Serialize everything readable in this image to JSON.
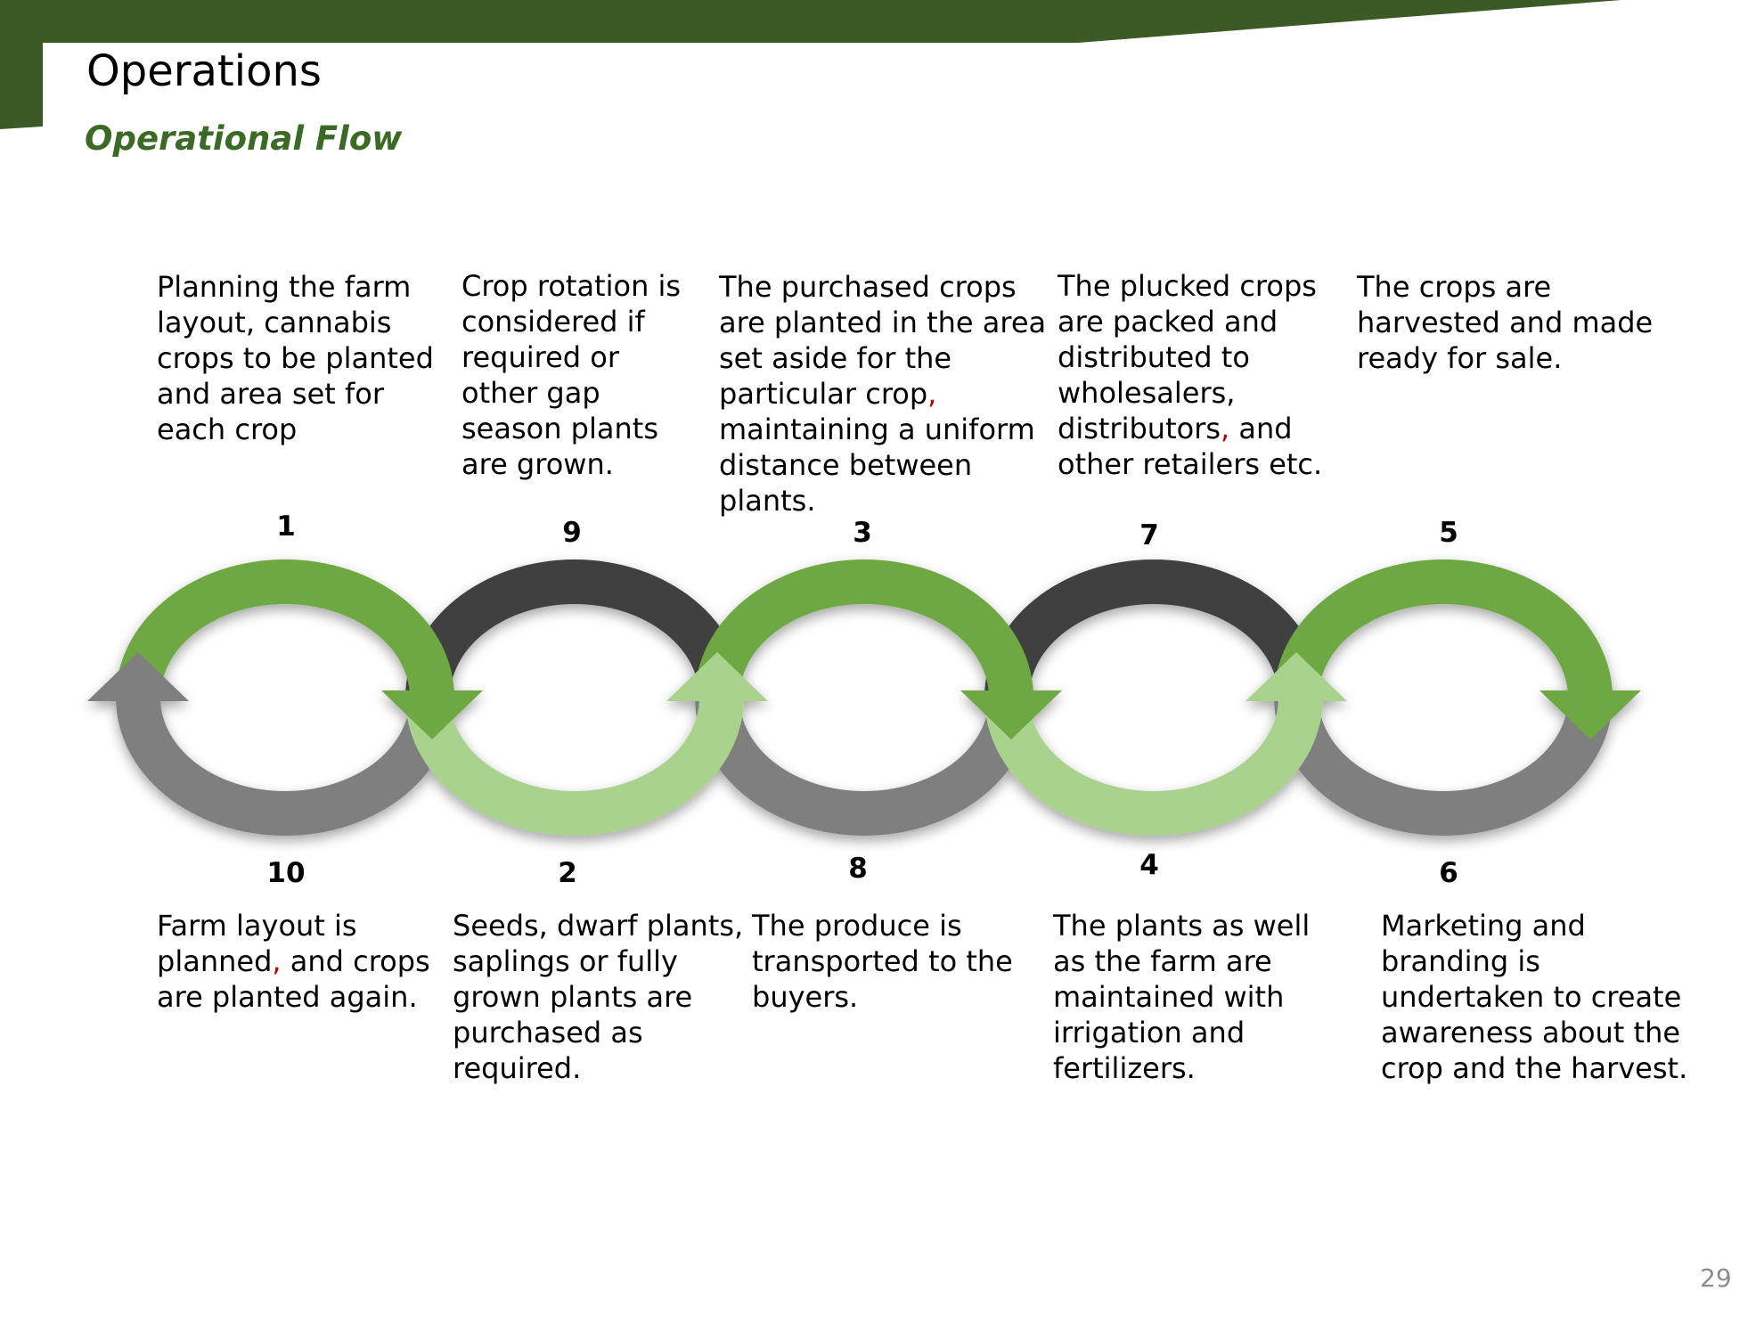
{
  "title": "Operations",
  "subtitle": "Operational Flow",
  "page_number": "29",
  "colors": {
    "header": "#3b5a26",
    "subtitle": "#3b6a25",
    "green_dark": "#6ea843",
    "green_light": "#a9d38d",
    "charcoal": "#404040",
    "gray": "#7f7f7f"
  },
  "steps": [
    {
      "number": "1",
      "text": [
        "Planning the farm",
        "layout, cannabis",
        "crops to be planted",
        "and area set for",
        "each crop"
      ]
    },
    {
      "number": "2",
      "text": [
        "Seeds, dwarf plants,",
        "saplings or fully",
        "grown plants are",
        "purchased as",
        "required."
      ]
    },
    {
      "number": "3",
      "text": [
        "The purchased crops",
        "are planted in the area",
        "set aside for the",
        "particular crop,",
        "maintaining a uniform",
        "distance between",
        "plants."
      ]
    },
    {
      "number": "4",
      "text": [
        "The plants as well",
        "as the farm are",
        "maintained with",
        "irrigation and",
        "fertilizers."
      ]
    },
    {
      "number": "5",
      "text": [
        "The crops are",
        "harvested and made",
        "ready for sale."
      ]
    },
    {
      "number": "6",
      "text": [
        "Marketing and",
        "branding is",
        "undertaken to create",
        "awareness about the",
        "crop and the harvest."
      ]
    },
    {
      "number": "7",
      "text": [
        "The plucked crops",
        "are packed and",
        "distributed to",
        "wholesalers,",
        "distributors, and",
        "other retailers etc."
      ]
    },
    {
      "number": "8",
      "text": [
        "The produce is",
        "transported to the",
        "buyers."
      ]
    },
    {
      "number": "9",
      "text": [
        "Crop rotation is",
        "considered if",
        "required or",
        "other gap",
        "season plants",
        "are grown."
      ]
    },
    {
      "number": "10",
      "text": [
        "Farm layout is",
        "planned, and crops",
        "are planted again."
      ]
    }
  ]
}
